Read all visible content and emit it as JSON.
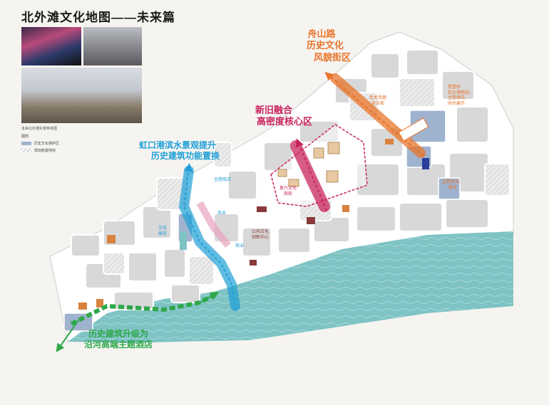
{
  "title": "北外滩文化地图——未来篇",
  "photo_caption": "未来北外滩实景参考图",
  "legend": {
    "heading": "图例",
    "items": [
      {
        "label": "历史文化保护区",
        "color": "#9fb3cf"
      },
      {
        "label": "规划新建地块",
        "color": "#d0d0d0"
      }
    ]
  },
  "districts": {
    "zhoushan": {
      "line1": "舟山路",
      "line2": "历史文化",
      "line3": "风貌街区"
    },
    "core": {
      "line1": "新旧融合",
      "line2": "高密度核心区"
    },
    "hongkou": {
      "line1": "虹口港滨水景观提升",
      "line2": "历史建筑功能置换"
    },
    "riverside": {
      "line1": "历史建筑升级为",
      "line2": "沿河高端主题酒店"
    }
  },
  "small_labels": {
    "zs_street_1": "犹太风貌",
    "zs_street_2": "商业街",
    "tilanqiao_1": "提篮桥",
    "tilanqiao_2": "犹太博物馆、",
    "tilanqiao_3": "主题酒店、",
    "tilanqiao_4": "时尚展示",
    "theme_park_1": "主题商业、",
    "theme_park_2": "展览",
    "core_street_1": "复兴文化",
    "core_street_2": "商街",
    "public_1": "公共文化",
    "public_2": "创新中心",
    "theme_shop": "主题商店",
    "culture_1": "文化",
    "culture_2": "展览",
    "commerce_1": "商业",
    "commerce_2": "商业"
  },
  "colors": {
    "water": "#7fc3c4",
    "block": "#d8d8d8",
    "heritage": "#9fb3cf",
    "orange": "#e8742a",
    "crimson": "#c8255e",
    "blue": "#1f9fd6",
    "green": "#2ea84a",
    "pink": "#e9a2bf"
  }
}
